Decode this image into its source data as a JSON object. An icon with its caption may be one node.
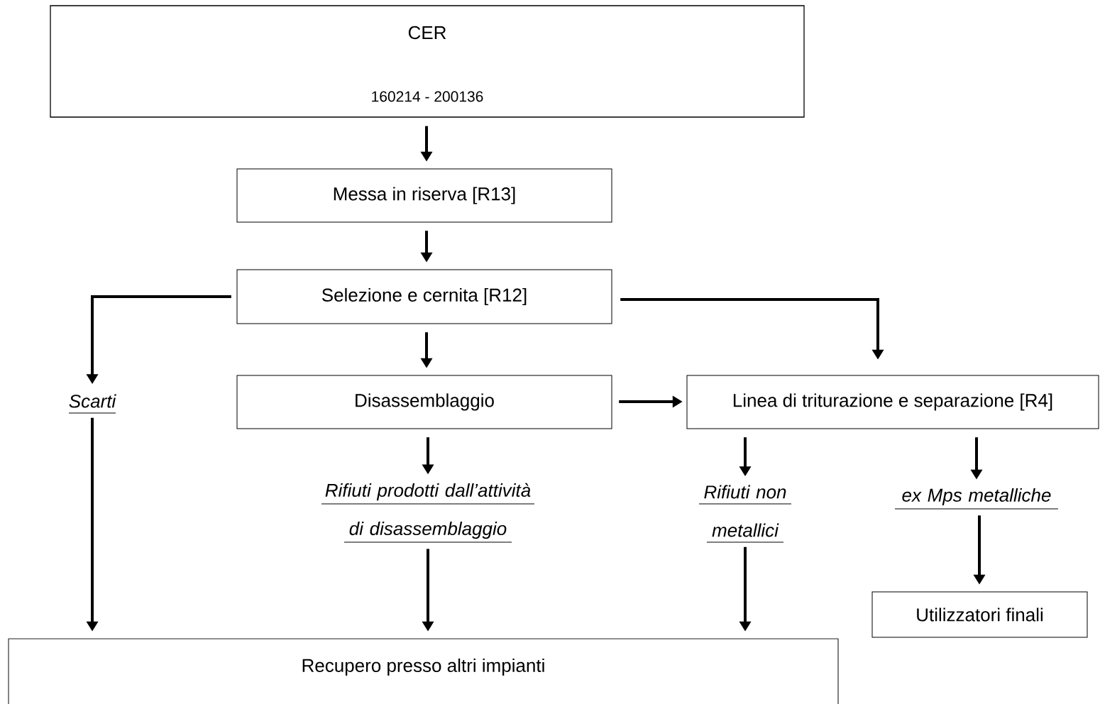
{
  "diagram": {
    "nodes": [
      {
        "text": [
          "CER",
          "160214 - 200136"
        ]
      },
      {
        "text": [
          "Messa in riserva [R13]"
        ]
      },
      {
        "text": [
          "Selezione e cernita [R12]"
        ]
      },
      {
        "text": [
          "Scarti"
        ]
      },
      {
        "text": [
          "Disassemblaggio"
        ]
      },
      {
        "text": [
          "Linea di triturazione e separazione [R4]"
        ]
      },
      {
        "text": [
          "Rifiuti prodotti dall’attività di disassemblaggio"
        ]
      },
      {
        "text": [
          "Rifiuti non metallici"
        ]
      },
      {
        "text": [
          "ex Mps metalliche"
        ]
      },
      {
        "text": [
          "Utilizzatori finali"
        ]
      },
      {
        "text": [
          "Recupero presso altri impianti"
        ]
      }
    ],
    "edges": [
      {
        "from": 0,
        "to": 1,
        "arrow": "to"
      },
      {
        "from": 1,
        "to": 2,
        "arrow": "to"
      },
      {
        "from": 2,
        "to": 3,
        "arrow": "to"
      },
      {
        "from": 2,
        "to": 4,
        "arrow": "to"
      },
      {
        "from": 2,
        "to": 5,
        "arrow": "to"
      },
      {
        "from": 4,
        "to": 5,
        "arrow": "to"
      },
      {
        "from": 4,
        "to": 6,
        "arrow": "to"
      },
      {
        "from": 5,
        "to": 7,
        "arrow": "to"
      },
      {
        "from": 5,
        "to": 8,
        "arrow": "to"
      },
      {
        "from": 3,
        "to": 10,
        "arrow": "to"
      },
      {
        "from": 6,
        "to": 10,
        "arrow": "to"
      },
      {
        "from": 7,
        "to": 10,
        "arrow": "to"
      },
      {
        "from": 8,
        "to": 9,
        "arrow": "to"
      }
    ]
  }
}
